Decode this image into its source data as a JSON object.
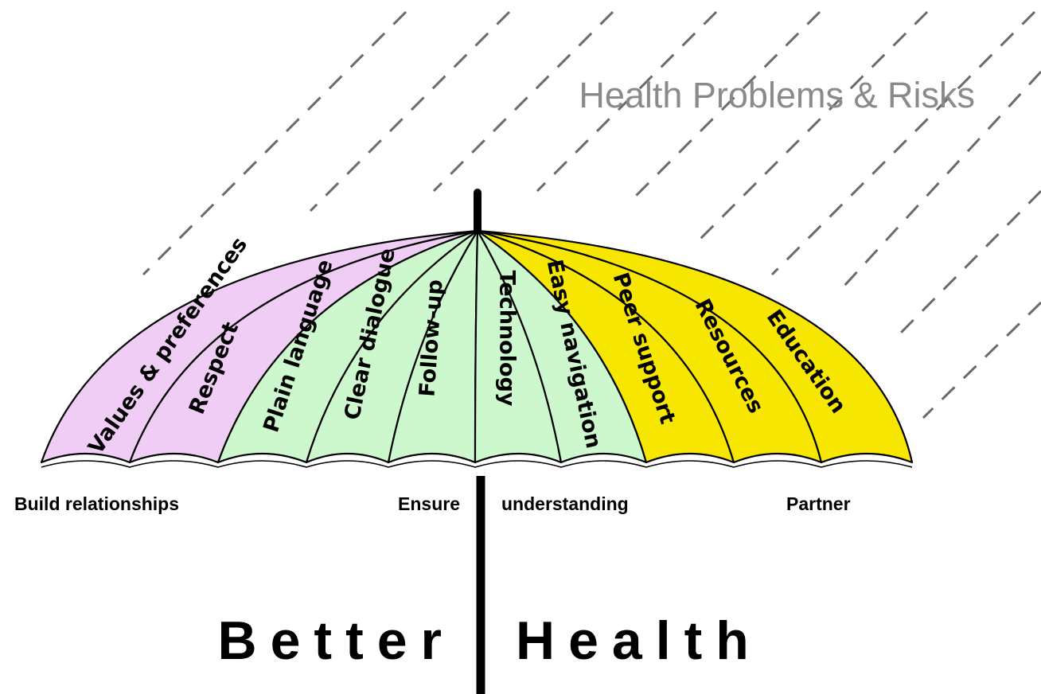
{
  "title": "Health Problems & Risks",
  "colors": {
    "purple": "#f0cdf5",
    "green": "#cdf7cd",
    "yellow": "#f7e600",
    "rain": "#6b6b6b",
    "title": "#8a8a8a"
  },
  "panels": [
    {
      "label": "Values & preferences",
      "color": "purple"
    },
    {
      "label": "Respect",
      "color": "purple"
    },
    {
      "label": "Plain language",
      "color": "green"
    },
    {
      "label": "Clear dialogue",
      "color": "green"
    },
    {
      "label": "Follow-up",
      "color": "green"
    },
    {
      "label": "Technology",
      "color": "green"
    },
    {
      "label": "Easy navigation",
      "color": "green"
    },
    {
      "label": "Peer support",
      "color": "yellow"
    },
    {
      "label": "Resources",
      "color": "yellow"
    },
    {
      "label": "Education",
      "color": "yellow"
    }
  ],
  "groups": {
    "build": "Build relationships",
    "ensure": "Ensure",
    "understanding": "understanding",
    "partner": "Partner"
  },
  "bottom": {
    "left": "Better",
    "right": "Health"
  }
}
